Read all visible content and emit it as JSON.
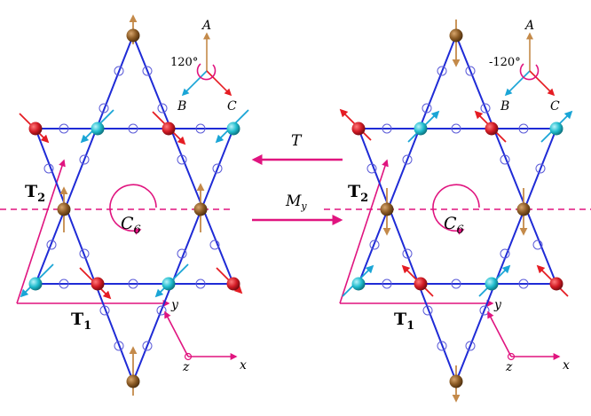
{
  "colors": {
    "bond": "#1f2bd6",
    "site_ring": "#5a5ad8",
    "atom_red": "#d11a24",
    "atom_cyan": "#20bccd",
    "atom_brown": "#8a5a24",
    "arrow_red": "#e51c23",
    "arrow_cyan": "#1aa5d6",
    "arrow_brown": "#c48a4a",
    "magenta": "#e0147f"
  },
  "left_panel": {
    "angle_label": "120°",
    "axis_a": "A",
    "axis_b": "B",
    "axis_c": "C",
    "t1_label": "T",
    "t1_sub": "1",
    "t2_label": "T",
    "t2_sub": "2",
    "c6_label": "C",
    "c6_sub": "6",
    "coord_x": "x",
    "coord_y": "y",
    "coord_z": "z"
  },
  "right_panel": {
    "angle_label": "-120°",
    "axis_a": "A",
    "axis_b": "B",
    "axis_c": "C",
    "t1_label": "T",
    "t1_sub": "1",
    "t2_label": "T",
    "t2_sub": "2",
    "c6_label": "C",
    "c6_sub": "6",
    "coord_x": "x",
    "coord_y": "y",
    "coord_z": "z"
  },
  "operations": {
    "time_reversal": "T",
    "mirror": "M",
    "mirror_sub": "y"
  },
  "icons": {
    "atom": "sphere-icon",
    "spin": "arrow-icon",
    "rotation": "rotation-arrow-icon"
  }
}
